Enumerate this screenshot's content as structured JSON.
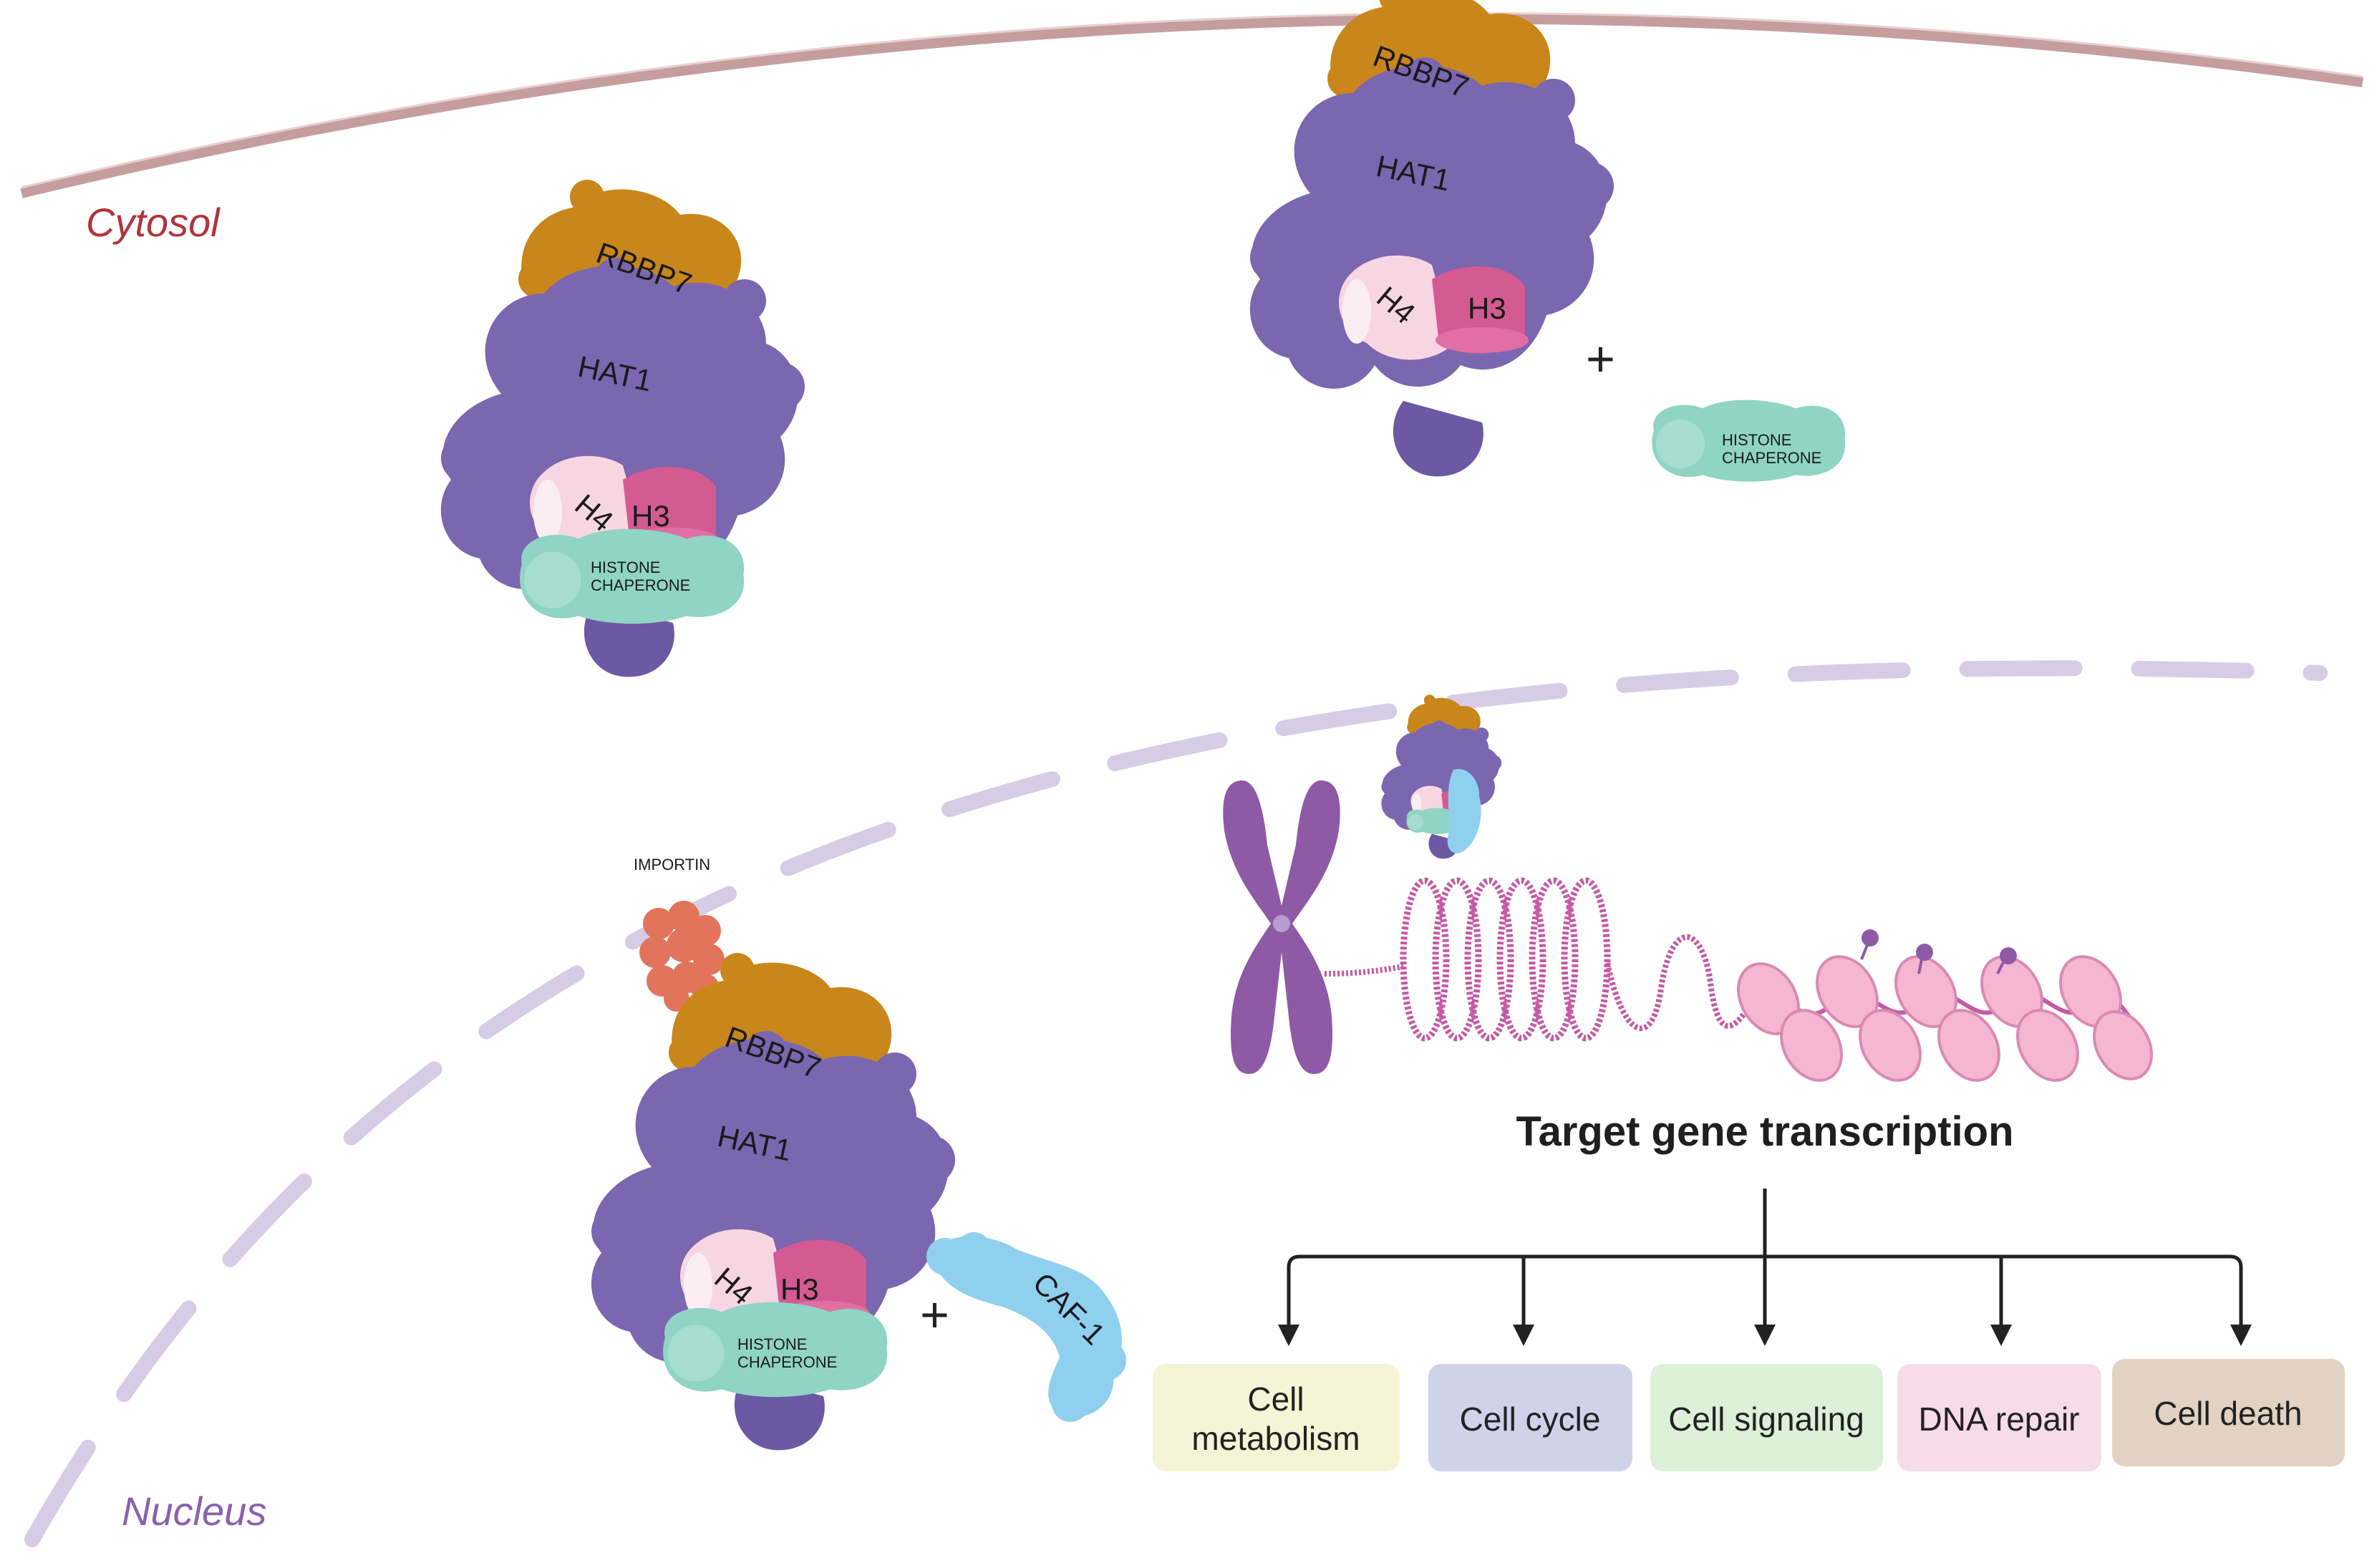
{
  "regions": {
    "cytosol": "Cytosol",
    "nucleus": "Nucleus"
  },
  "complex_labels": {
    "rbbp7": "RBBP7",
    "hat1": "HAT1",
    "h4": "H4",
    "h3": "H3",
    "chaperone_line1": "HISTONE",
    "chaperone_line2": "CHAPERONE",
    "caf1": "CAF-1",
    "importin": "IMPORTIN",
    "plus": "+"
  },
  "transcription": {
    "title": "Target gene transcription"
  },
  "outcomes": [
    {
      "line1": "Cell",
      "line2": "metabolism",
      "color": "#f5f4d6"
    },
    {
      "line1": "Cell cycle",
      "line2": "",
      "color": "#cfd3ea"
    },
    {
      "line1": "Cell signaling",
      "line2": "",
      "color": "#dcf1d8"
    },
    {
      "line1": "DNA repair",
      "line2": "",
      "color": "#f7dbe8"
    },
    {
      "line1": "Cell death",
      "line2": "",
      "color": "#e2d2c3"
    }
  ],
  "colors": {
    "cell_membrane": "#c69d9d",
    "cytosol_text": "#b0343b",
    "nucleus_text": "#8b5fb0",
    "nuclear_envelope": "#d6cce6",
    "hat1": "#7b66b0",
    "rbbp7": "#c8861b",
    "h4": "#f7d6e2",
    "h3": "#d45a92",
    "chaperone": "#8fd4c4",
    "caf1": "#8fd0ef",
    "importin": "#e2745c",
    "chromosome": "#8e5aa6",
    "chromatin": "#c55aa4",
    "nucleosome": "#f4b6d0"
  }
}
